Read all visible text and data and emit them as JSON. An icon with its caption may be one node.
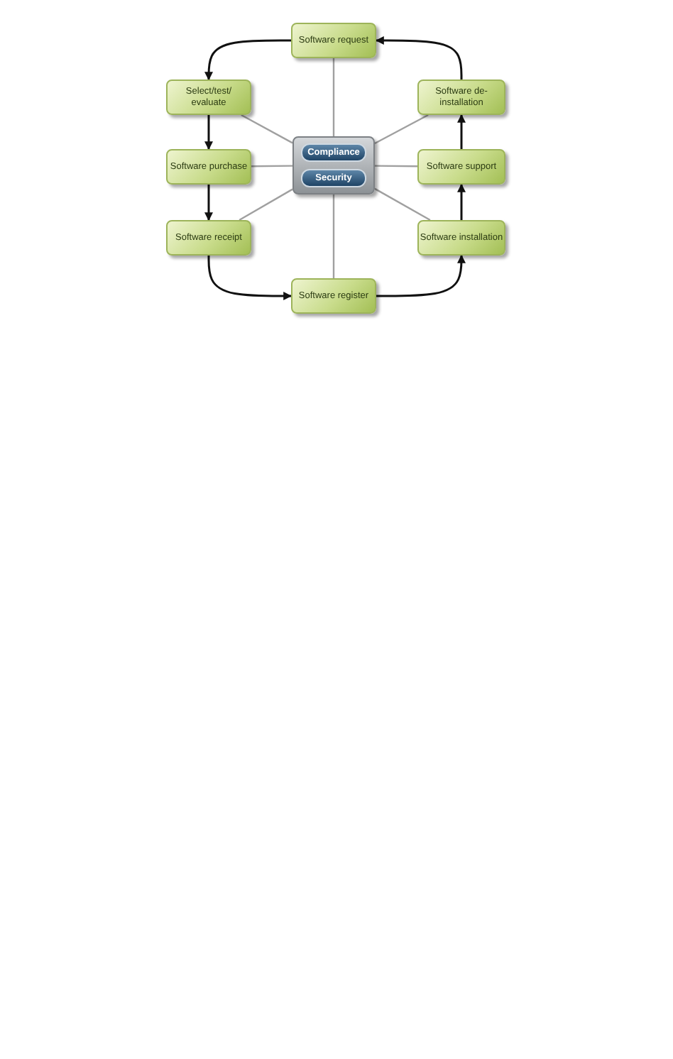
{
  "diagram": {
    "nodes": [
      {
        "text": [
          "Software request"
        ]
      },
      {
        "text": [
          "Select/test/ evaluate"
        ]
      },
      {
        "text": [
          "Software de-installation"
        ]
      },
      {
        "text": [],
        "shape": "box"
      },
      {
        "text": [
          "Compliance"
        ],
        "in": 3
      },
      {
        "text": [
          "Security"
        ],
        "in": 3
      },
      {
        "text": [
          "Software purchase"
        ]
      },
      {
        "text": [
          "Software support"
        ]
      },
      {
        "text": [
          "Software receipt"
        ]
      },
      {
        "text": [
          "Software installation"
        ]
      },
      {
        "text": [
          "Software register"
        ]
      }
    ],
    "edges": [
      {
        "from": 0,
        "to": 1,
        "arrow": "to"
      },
      {
        "from": 1,
        "to": 6,
        "arrow": "to"
      },
      {
        "from": 6,
        "to": 8,
        "arrow": "to"
      },
      {
        "from": 8,
        "to": 10,
        "arrow": "to"
      },
      {
        "from": 10,
        "to": 9,
        "arrow": "to"
      },
      {
        "from": 9,
        "to": 7,
        "arrow": "to"
      },
      {
        "from": 7,
        "to": 2,
        "arrow": "to"
      },
      {
        "from": 2,
        "to": 0,
        "arrow": "to"
      },
      {
        "from": 3,
        "to": 0,
        "arrow": "none",
        "color": "#a0a0a0"
      },
      {
        "from": 3,
        "to": 1,
        "arrow": "none",
        "color": "#a0a0a0"
      },
      {
        "from": 3,
        "to": 2,
        "arrow": "none",
        "color": "#a0a0a0"
      },
      {
        "from": 3,
        "to": 6,
        "arrow": "none",
        "color": "#a0a0a0"
      },
      {
        "from": 3,
        "to": 7,
        "arrow": "none",
        "color": "#a0a0a0"
      },
      {
        "from": 3,
        "to": 8,
        "arrow": "none",
        "color": "#a0a0a0"
      },
      {
        "from": 3,
        "to": 9,
        "arrow": "none",
        "color": "#a0a0a0"
      },
      {
        "from": 3,
        "to": 10,
        "arrow": "none",
        "color": "#a0a0a0"
      }
    ]
  }
}
